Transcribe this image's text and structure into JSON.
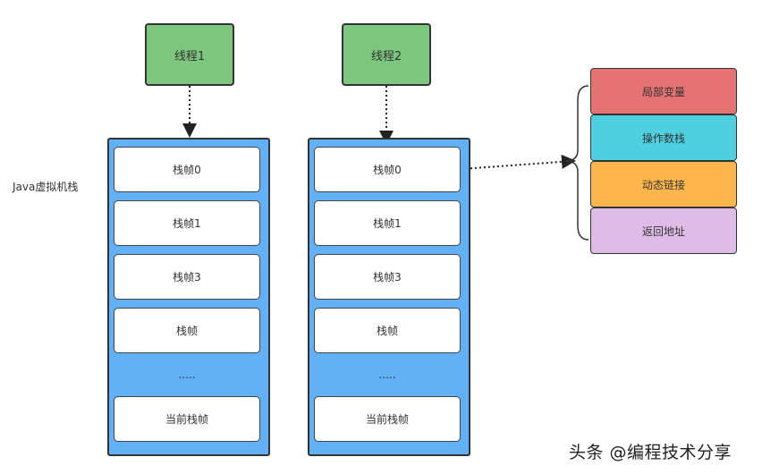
{
  "threads": [
    {
      "label": "线程1"
    },
    {
      "label": "线程2"
    }
  ],
  "jvm_stack_label": "Java虚拟机栈",
  "stacks": [
    {
      "frames": [
        "栈帧0",
        "栈帧1",
        "栈帧3",
        "栈帧"
      ],
      "ellipsis": ".....",
      "current": "当前栈帧"
    },
    {
      "frames": [
        "栈帧0",
        "栈帧1",
        "栈帧3",
        "栈帧"
      ],
      "ellipsis": ".....",
      "current": "当前栈帧"
    }
  ],
  "frame_parts": [
    {
      "label": "局部变量",
      "color": "#e57373"
    },
    {
      "label": "操作数栈",
      "color": "#4fd0e0"
    },
    {
      "label": "动态链接",
      "color": "#ffb74d"
    },
    {
      "label": "返回地址",
      "color": "#dfbce6"
    }
  ],
  "watermark": "头条 @编程技术分享"
}
